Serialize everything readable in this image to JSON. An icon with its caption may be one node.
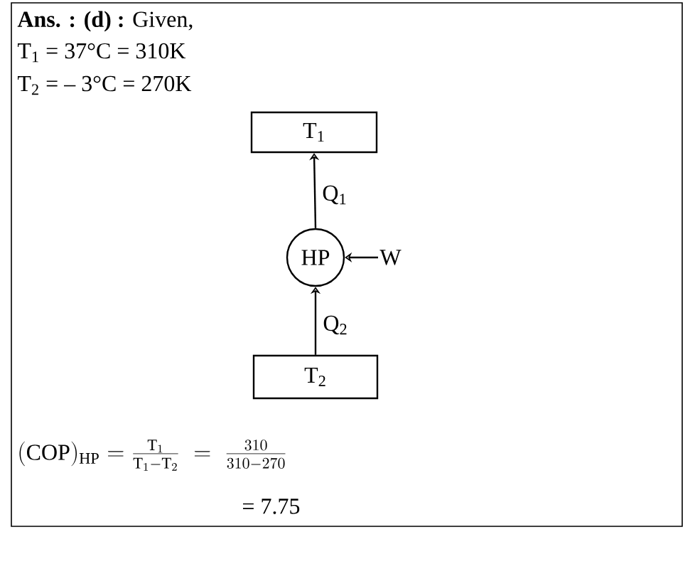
{
  "diagram": {
    "nodes": [
      {
        "text": [
          "T$_{1}$"
        ]
      },
      {
        "text": [
          "HP"
        ]
      },
      {
        "text": [
          "W"
        ]
      },
      {
        "text": [
          "T$_{2}$"
        ]
      }
    ],
    "edges": [
      {
        "from": 1,
        "to": 0,
        "arrow": "to",
        "label": "Q$_{1}$"
      },
      {
        "from": 2,
        "to": 1,
        "arrow": "to"
      },
      {
        "from": 3,
        "to": 1,
        "arrow": "to",
        "label": "Q$_{2}$"
      }
    ],
    "labels": [
      "**Ans. : (d) :** Given,",
      "T$_{1}$ = 37°C  = 310K",
      "T$_{2}$ = – 3°C = 270K",
      "(\\mathrm{COP})_{\\mathrm{HP}} = \\frac{\\mathrm{T}_1}{\\mathrm{T}_1-\\mathrm{T}_2} \\;=\\; \\frac{310}{310-270}",
      "= 7.75"
    ]
  }
}
